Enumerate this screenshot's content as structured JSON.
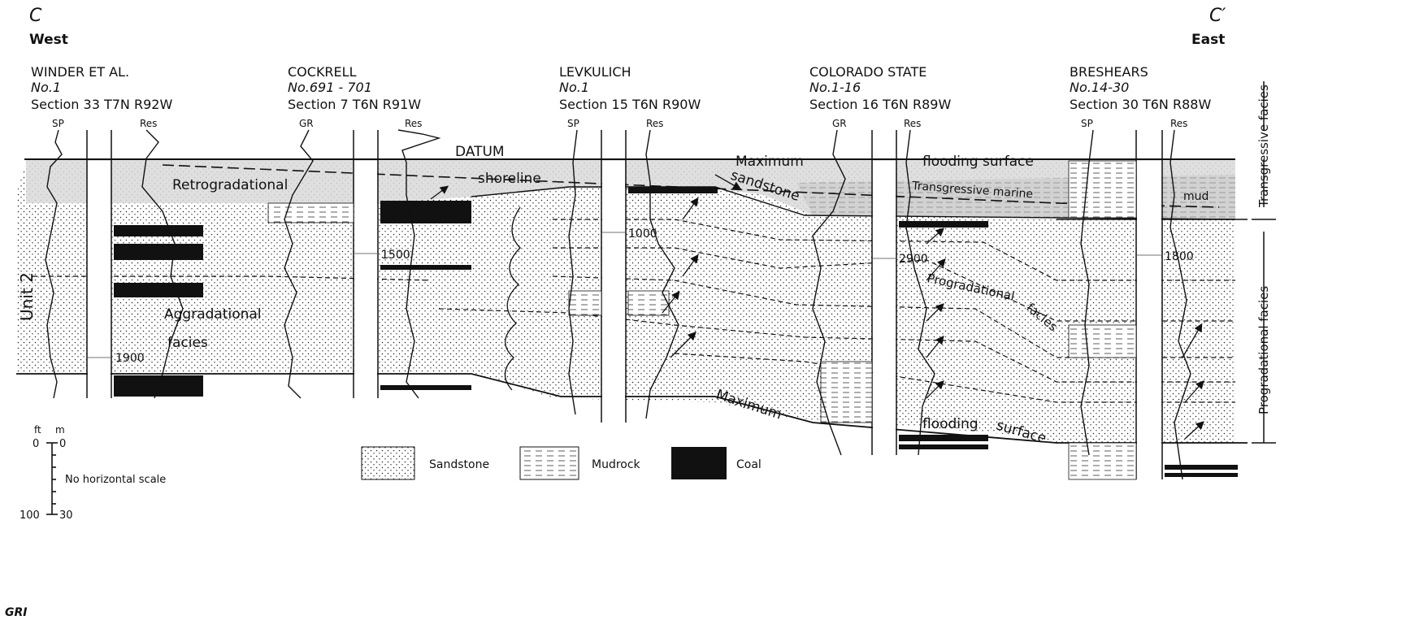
{
  "section": {
    "left_label": "C",
    "right_label": "C′",
    "west": "West",
    "east": "East"
  },
  "wells": [
    {
      "name": "WINDER ET AL.",
      "number": "No.1",
      "location": "Section 33 T7N R92W",
      "log_left": "SP",
      "log_right": "Res",
      "depth": "1900"
    },
    {
      "name": "COCKRELL",
      "number": "No.691 - 701",
      "location": "Section 7 T6N R91W",
      "log_left": "GR",
      "log_right": "Res",
      "depth": "1500"
    },
    {
      "name": "LEVKULICH",
      "number": "No.1",
      "location": "Section 15 T6N R90W",
      "log_left": "SP",
      "log_right": "Res",
      "depth": "1000"
    },
    {
      "name": "COLORADO STATE",
      "number": "No.1-16",
      "location": "Section 16 T6N R89W",
      "log_left": "GR",
      "log_right": "Res",
      "depth": "2900"
    },
    {
      "name": "BRESHEARS",
      "number": "No.14-30",
      "location": "Section 30 T6N R88W",
      "log_left": "SP",
      "log_right": "Res",
      "depth": "1800"
    }
  ],
  "labels": {
    "datum": "DATUM",
    "mfs_top": [
      "Maximum",
      "flooding surface"
    ],
    "mfs_bottom": [
      "Maximum",
      "flooding",
      "surface"
    ],
    "shoreline": "shoreline",
    "sandstone": "sandstone",
    "retrogradational": "Retrogradational",
    "aggradational": "Aggradational",
    "aggradational_facies": "facies",
    "transgressive_marine": "Transgressive marine",
    "mud": "mud",
    "progradational": "Progradational",
    "progradational_facies": "facies",
    "unit": "Unit 2",
    "side_top": "Transgressive facies",
    "side_bottom": "Progradational facies"
  },
  "legend": {
    "sandstone": "Sandstone",
    "mudrock": "Mudrock",
    "coal": "Coal"
  },
  "scale": {
    "ft": "ft",
    "m": "m",
    "ft0": "0",
    "m0": "0",
    "ft100": "100",
    "m30": "30",
    "note": "No horizontal scale"
  },
  "footer": {
    "logo": "GRI"
  }
}
